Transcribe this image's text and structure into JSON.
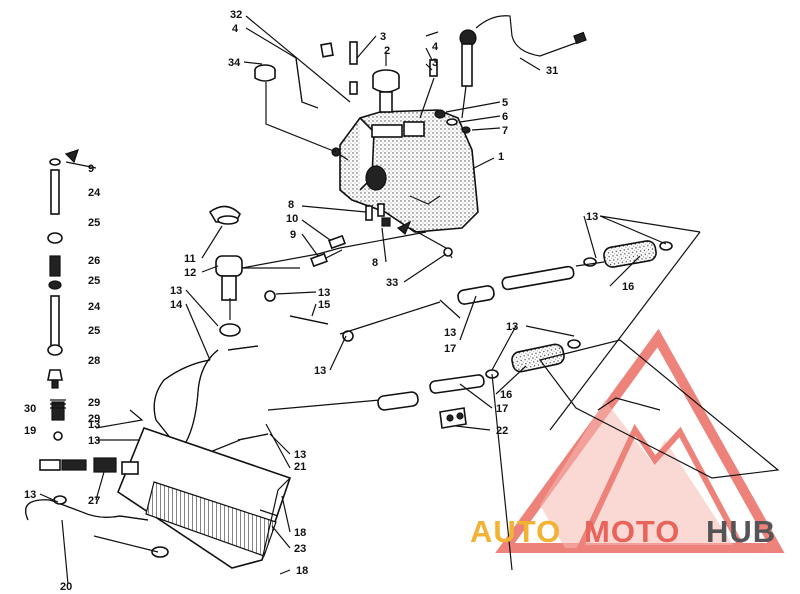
{
  "diagram": {
    "callouts": [
      "32",
      "4",
      "3",
      "2",
      "4",
      "3",
      "34",
      "5",
      "6",
      "7",
      "1",
      "9",
      "24",
      "25",
      "26",
      "25",
      "24",
      "25",
      "28",
      "30",
      "29",
      "19",
      "29",
      "13",
      "8",
      "10",
      "9",
      "8",
      "33",
      "11",
      "12",
      "13",
      "14",
      "13",
      "15",
      "13",
      "13",
      "17",
      "16",
      "13",
      "16",
      "17",
      "13",
      "22",
      "13",
      "21",
      "13",
      "27",
      "13",
      "20",
      "18",
      "23",
      "18",
      "31"
    ]
  },
  "watermark": {
    "part1": "AUTO",
    "part2": "MOTO",
    "part3": "HUB",
    "colors": {
      "auto": "#f2b233",
      "moto": "#e8645a",
      "hub": "#555555"
    }
  }
}
